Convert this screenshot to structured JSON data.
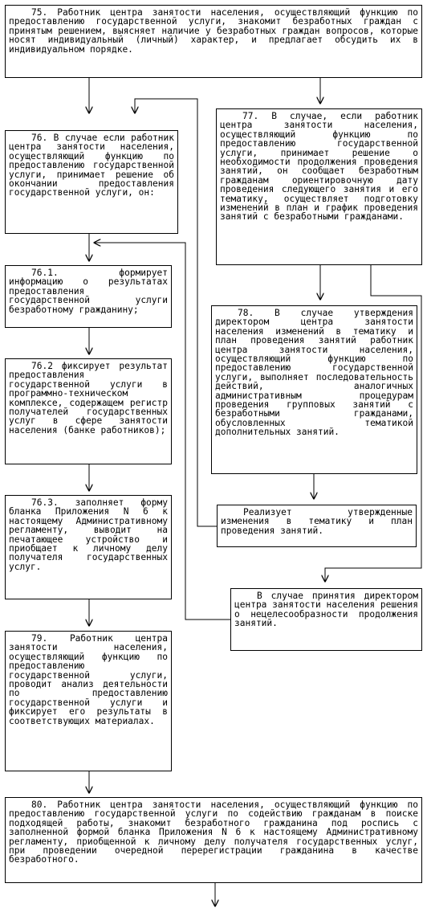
{
  "boxes": {
    "step75": "75. Работник центра занятости населения, осуществляющий функцию по предоставлению государственной услуги, знакомит безработных граждан с принятым решением, выясняет наличие у безработных граждан вопросов, которые носят индивидуальный (личный) характер, и предлагает обсудить их в индивидуальном порядке.",
    "step76": "76. В случае если работник центра занятости населения, осуществляющий функцию по предоставлению государственной услуги, принимает решение об окончании предоставления государственной услуги, он:",
    "step77": "77. В случае, если работник центра занятости населения, осуществляющий функцию по предоставлению государственной услуги, принимает решение о необходимости продолжения проведения занятий, он сообщает безработным гражданам ориентировочную дату проведения следующего занятия и его тематику, осуществляет подготовку изменений в план и график проведения занятий с безработными гражданами.",
    "step76_1": "76.1. формирует информацию о результатах предоставления государственной услуги безработному гражданину;",
    "step78": "78. В случае утверждения директором центра занятости населения изменений в тематику и план проведения занятий работник центра занятости населения, осуществляющий функцию по предоставлению государственной услуги, выполняет последовательность действий, аналогичных административным процедурам проведения групповых занятий с безработными гражданами, обусловленных тематикой дополнительных занятий.",
    "step76_2": "76.2 фиксирует результат предоставления государственной услуги в программно-техническом комплексе, содержащем регистр получателей государственных услуг в сфере занятости населения (банке работников);",
    "implement": "Реализует утвержденные изменения в тематику и план проведения занятий.",
    "step76_3": "76.3. заполняет форму бланка Приложения N 6 к настоящему Административному регламенту, выводит на печатающее устройство и приобщает к личному делу получателя государственных услуг.",
    "inexpedient": "В случае принятия директором центра занятости населения решения о нецелесообразности продолжения занятий.",
    "step79": "79. Работник центра занятости населения, осуществляющий функцию по предоставлению государственной услуги, проводит анализ деятельности по предоставлению государственной услуги и фиксирует его результаты в соответствующих материалах.",
    "step80": "80. Работник центра занятости населения, осуществляющий функцию по предоставлению государственной услуги по содействию гражданам в поиске подходящей работы, знакомит безработного гражданина под роспись с заполненной формой бланка Приложения N 6 к настоящему Административному регламенту, приобщенной к личному делу получателя государственных услуг, при проведении очередной перерегистрации гражданина в качестве безработного."
  }
}
